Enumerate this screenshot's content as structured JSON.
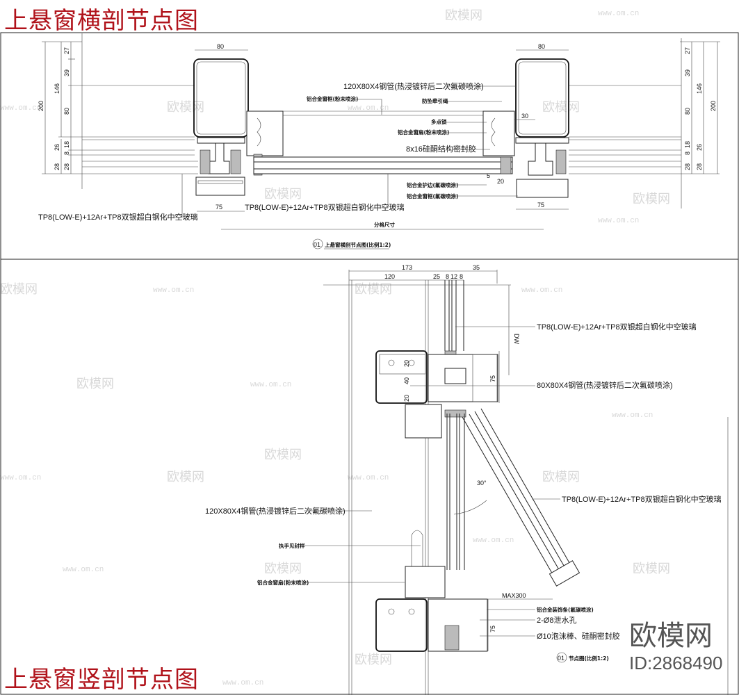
{
  "titles": {
    "horizontal": "上悬窗横剖节点图",
    "vertical": "上悬窗竖剖节点图"
  },
  "horizontal_section": {
    "dims_left": [
      "200",
      "146",
      "27",
      "39",
      "80",
      "26",
      "18",
      "8",
      "28",
      "28"
    ],
    "dims_right": [
      "27",
      "39",
      "146",
      "200",
      "80",
      "18",
      "26",
      "8",
      "28",
      "28"
    ],
    "tube_width": "80",
    "frame_width": "75",
    "dim_30": "30",
    "dim_20": "20",
    "dim_5": "5",
    "labels": {
      "steel_tube": "120X80X4钢管(热浸镀锌后二次氟碳喷涂)",
      "frame_powder": "铝合金窗框(粉末喷涂)",
      "fall_rope": "防坠牵引绳",
      "multi_lock": "多点锁",
      "sash_powder": "铝合金窗扇(粉末喷涂)",
      "sealant": "8x16硅酮结构密封胶",
      "edge_guard": "铝合金护边(氟碳喷涂)",
      "frame_fluoro": "铝合金窗框(氟碳喷涂)",
      "glass_left": "TP8(LOW-E)+12Ar+TP8双银超白钢化中空玻璃",
      "glass_center": "TP8(LOW-E)+12Ar+TP8双银超白钢化中空玻璃",
      "grid_size": "分格尺寸"
    },
    "caption_no": "01",
    "caption": "上悬窗横剖节点图(比例1:2)"
  },
  "vertical_section": {
    "dims_top": [
      "173",
      "120",
      "25",
      "8",
      "12",
      "8",
      "35"
    ],
    "dim_dw": "DW",
    "dims_side": [
      "20",
      "40",
      "20",
      "75",
      "75"
    ],
    "angle": "30°",
    "max300": "MAX300",
    "labels": {
      "glass_top": "TP8(LOW-E)+12Ar+TP8双银超白钢化中空玻璃",
      "steel_80": "80X80X4钢管(热浸镀锌后二次氟碳喷涂)",
      "glass_open": "TP8(LOW-E)+12Ar+TP8双银超白钢化中空玻璃",
      "steel_120": "120X80X4钢管(热浸镀锌后二次氟碳喷涂)",
      "handle": "执手见封样",
      "sash_powder": "铝合金窗扇(粉末喷涂)",
      "trim": "铝合金装饰条(氟碳喷涂)",
      "drain": "2-Ø8泄水孔",
      "foam": "Ø10泡沫棒、硅酮密封胶"
    },
    "caption_no": "01",
    "caption": "节点图(比例1:2)"
  },
  "watermark": {
    "brand": "欧模网",
    "site": "www.om.cn",
    "id": "ID:2868490"
  }
}
